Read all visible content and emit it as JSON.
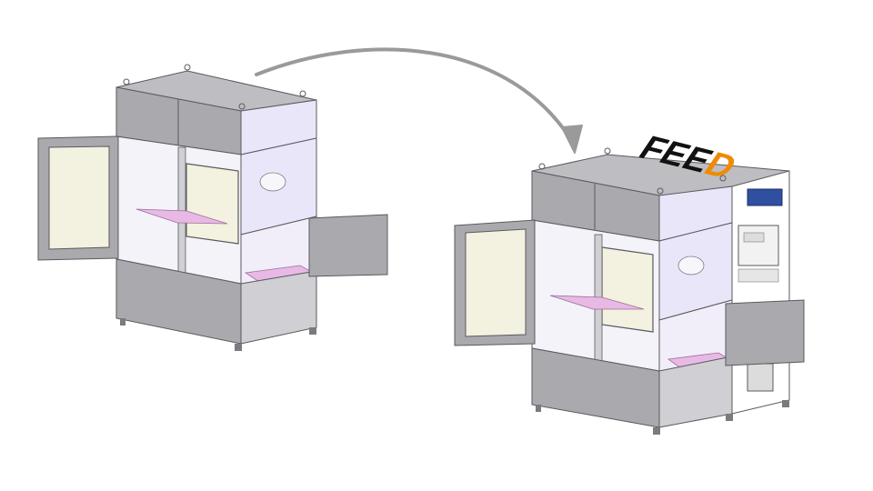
{
  "diagram": {
    "logo_text": "FEED",
    "arrow_direction": "left-to-right",
    "colors": {
      "panel": "#a9a9ae",
      "panel_light": "#cfcfd4",
      "panel_top": "#bdbdc2",
      "glass_lavender": "#e9e6fa",
      "door_window": "#f3f1df",
      "tray_pink": "#e9b9e6",
      "arrow": "#9a9a9a",
      "logo_orange": "#f08a00",
      "logo_dark": "#111111",
      "valve_blue": "#2f4fa0",
      "outline": "#5a5a5e"
    },
    "machines": [
      {
        "name": "base-unit",
        "has_control_cabinet": false
      },
      {
        "name": "extended-unit",
        "has_control_cabinet": true
      }
    ]
  }
}
